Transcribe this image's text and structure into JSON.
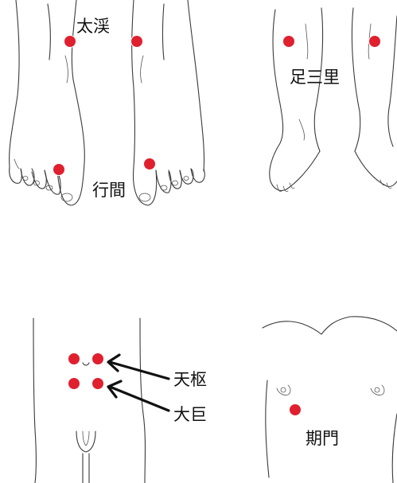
{
  "labels": {
    "taikei": "太渓",
    "ashi_sanri": "足三里",
    "koukan": "行間",
    "tensuu": "天枢",
    "taiko": "大巨",
    "kimon": "期門"
  },
  "colors": {
    "point": "#e0202e",
    "outline": "#3a3a3a",
    "background": "#ffffff"
  }
}
